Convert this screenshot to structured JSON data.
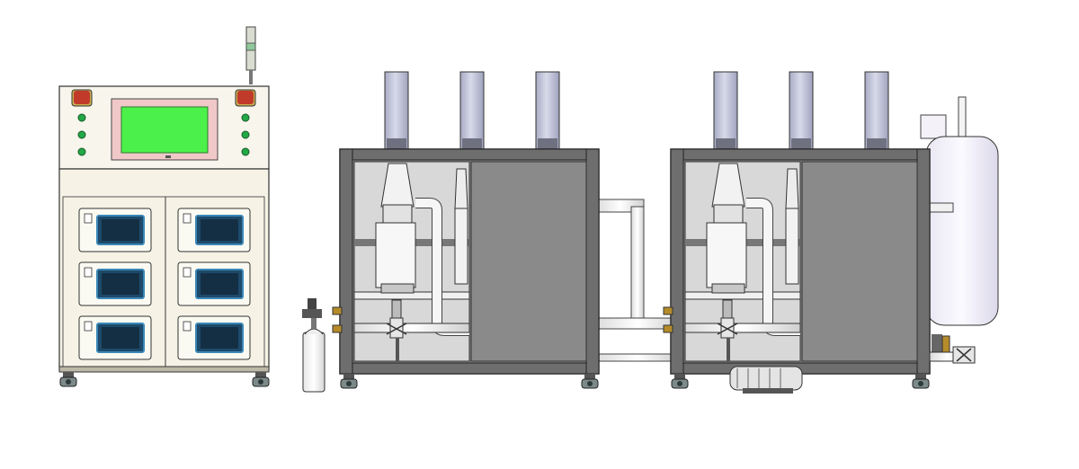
{
  "colors": {
    "background": "#ffffff",
    "cabinet_face": "#f6f3e6",
    "cabinet_edge": "#3a3a3a",
    "screen": "#4cf04a",
    "screen_bezel": "#f0c8c8",
    "indicator_led": "#22a845",
    "emergency_stop": "#c23a2a",
    "controller_screen": "#1e4a6a",
    "frame_dark": "#6e6e6e",
    "panel_gray": "#8a8a8a",
    "chimney": "#c6c8dc",
    "pipe": "#f4f4f4",
    "tank": "#f4f2f8"
  },
  "icons": [
    "emergency-stop-icon",
    "signal-tower-icon",
    "indicator-led-icon",
    "caster-wheel-icon",
    "valve-icon",
    "pump-motor-icon",
    "gas-cylinder-icon"
  ],
  "components": {
    "control_cabinet": {
      "controller_units": 6,
      "indicator_leds": 6
    },
    "process_modules": 2,
    "chimneys_per_module": 3
  }
}
